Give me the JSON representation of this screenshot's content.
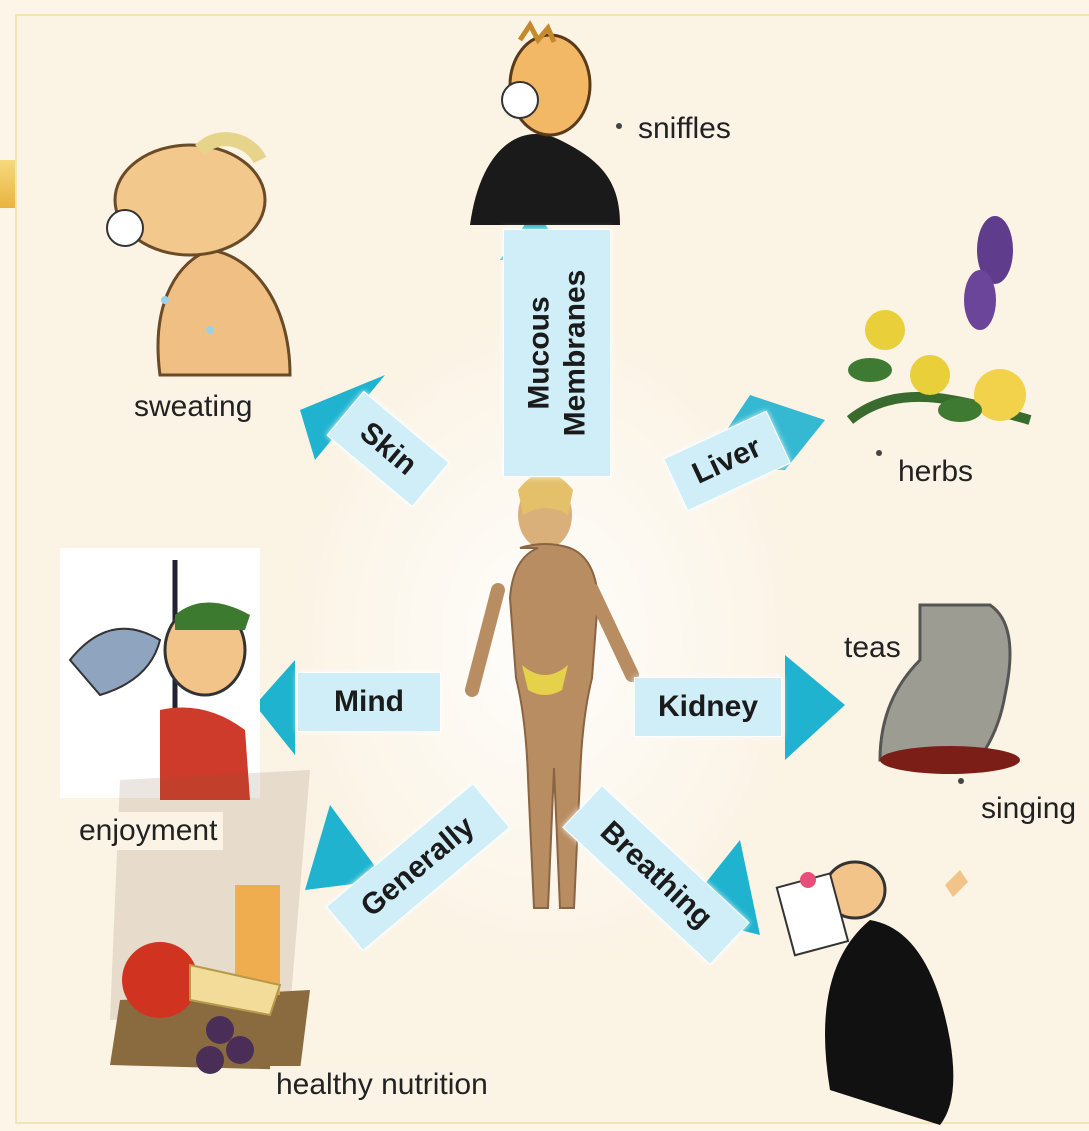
{
  "center": {
    "figure_icon": "standing-woman-figure"
  },
  "pathways": [
    {
      "id": "mucous",
      "label": "Mucous\nMembranes",
      "caption": "sniffles",
      "icon": "sneezing-man-icon"
    },
    {
      "id": "skin",
      "label": "Skin",
      "caption": "sweating",
      "icon": "sweating-man-icon"
    },
    {
      "id": "liver",
      "label": "Liver",
      "caption": "herbs",
      "icon": "herbs-flowers-icon"
    },
    {
      "id": "mind",
      "label": "Mind",
      "caption": "enjoyment",
      "icon": "fisherman-icon"
    },
    {
      "id": "kidney",
      "label": "Kidney",
      "caption": "teas",
      "icon": "tea-pitcher-icon"
    },
    {
      "id": "generally",
      "label": "Generally",
      "caption": "healthy nutrition",
      "icon": "food-platter-icon"
    },
    {
      "id": "breathing",
      "label": "Breathing",
      "caption": "singing",
      "icon": "singer-icon"
    }
  ],
  "colors": {
    "arrow": "#1fb3cf",
    "label_bg": "#cfeef7",
    "background": "#fbf3e4",
    "accent": "#f3c550"
  }
}
